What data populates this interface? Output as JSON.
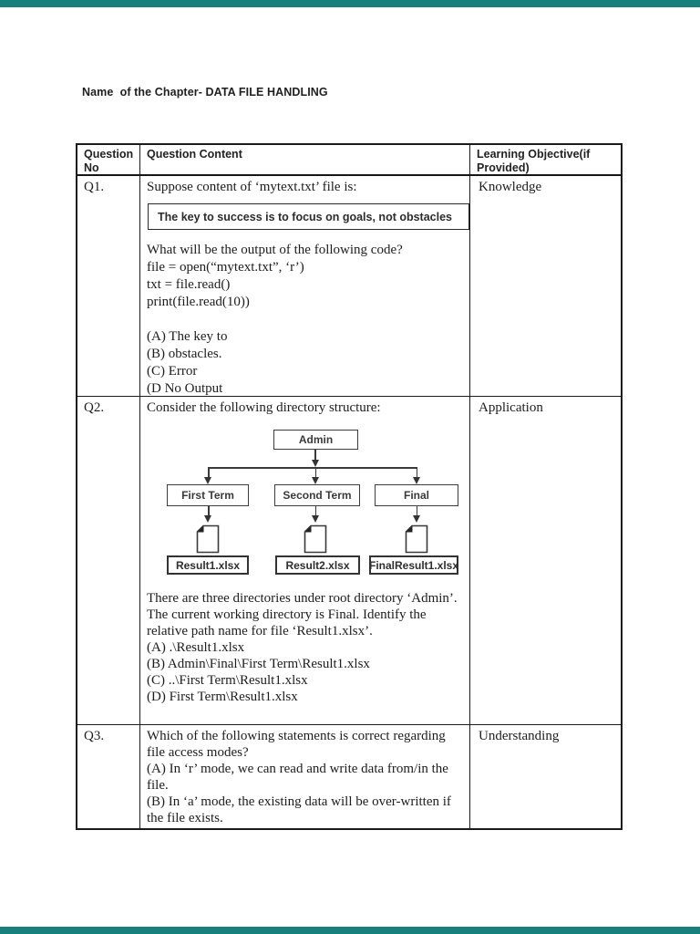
{
  "theme": {
    "bar_color": "#18807c",
    "border_color": "#1b1b1b"
  },
  "page": {
    "title": "Name  of the Chapter- DATA FILE HANDLING"
  },
  "table": {
    "header": {
      "col1": "Question\nNo",
      "col2": "Question Content",
      "col3": "Learning Objective(if\nProvided)"
    },
    "q1": {
      "no": "Q1.",
      "objective": "Knowledge",
      "intro": "Suppose content of ‘mytext.txt’ file is:",
      "quote": "The key to success is to focus on goals, not obstacles",
      "question": "What will be the output of the following code?",
      "code": [
        "file = open(“mytext.txt”, ‘r’)",
        "txt = file.read()",
        "print(file.read(10))"
      ],
      "options": [
        "(A) The key to",
        "(B) obstacles.",
        "(C) Error",
        "(D No Output"
      ]
    },
    "q2": {
      "no": "Q2.",
      "objective": "Application",
      "intro": "Consider the following directory structure:",
      "diagram": {
        "root": "Admin",
        "folders": [
          "First Term",
          "Second Term",
          "Final"
        ],
        "files": [
          "Result1.xlsx",
          "Result2.xlsx",
          "FinalResult1.xlsx"
        ]
      },
      "body": [
        "There are three directories under root directory ‘Admin’.",
        "The current working directory is Final. Identify the",
        "relative path name for file ‘Result1.xlsx’."
      ],
      "options": [
        "(A) .\\Result1.xlsx",
        "(B) Admin\\Final\\First Term\\Result1.xlsx",
        "(C) ..\\First Term\\Result1.xlsx",
        "(D) First Term\\Result1.xlsx"
      ]
    },
    "q3": {
      "no": "Q3.",
      "objective": "Understanding",
      "lines": [
        "Which of the following statements is correct regarding",
        "file access modes?",
        "(A) In ‘r’ mode, we can read and write data from/in the",
        "file.",
        "(B) In ‘a’ mode, the existing data will be over-written if",
        "the file exists."
      ]
    }
  }
}
